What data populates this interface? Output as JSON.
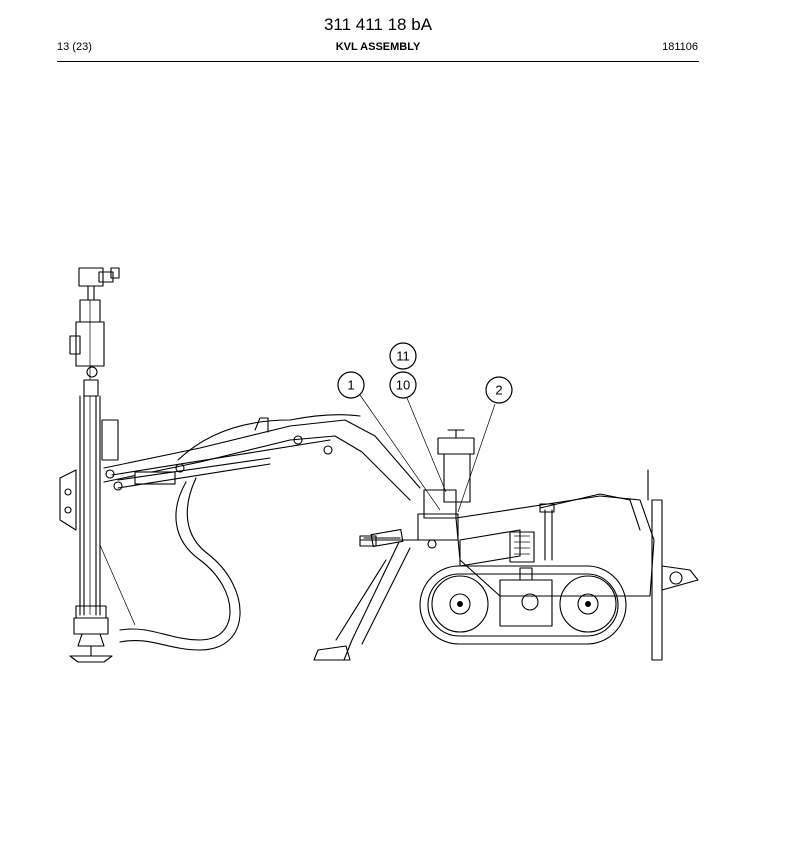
{
  "header": {
    "doc_number": "311 411 18 bA",
    "page_ref": "13 (23)",
    "title": "KVL ASSEMBLY",
    "date": "181106"
  },
  "callouts": [
    "11",
    "1",
    "10",
    "2"
  ],
  "drawing": {
    "subject": "tracked drill rig side elevation"
  }
}
